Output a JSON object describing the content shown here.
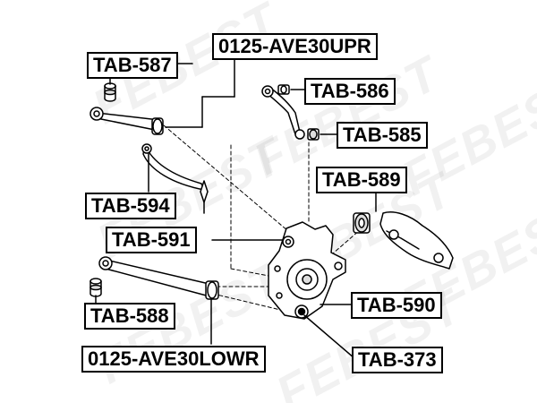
{
  "watermark": "FEBEST",
  "labels": {
    "tab_587": "TAB-587",
    "ave30upr": "0125-AVE30UPR",
    "tab_586": "TAB-586",
    "tab_585": "TAB-585",
    "tab_589": "TAB-589",
    "tab_594": "TAB-594",
    "tab_591": "TAB-591",
    "tab_590": "TAB-590",
    "tab_588": "TAB-588",
    "tab_373": "TAB-373",
    "ave30lowr": "0125-AVE30LOWR"
  }
}
